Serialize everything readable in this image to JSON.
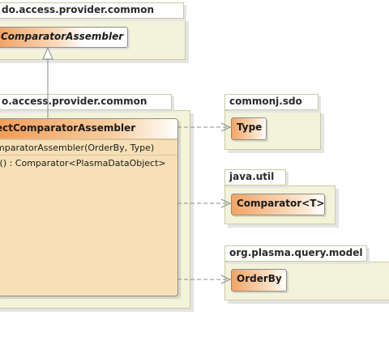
{
  "packages": {
    "top": {
      "name": "do.access.provider.common",
      "interface": "ComparatorAssembler"
    },
    "main": {
      "name": "o.access.provider.common",
      "class": {
        "name": "ectComparatorAssembler",
        "constructor": "mparatorAssembler(OrderBy, Type)",
        "method": "r() : Comparator<PlasmaDataObject>"
      }
    },
    "commonj": {
      "name": "commonj.sdo",
      "type": "Type"
    },
    "javautil": {
      "name": "java.util",
      "type": "Comparator<T>"
    },
    "querymodel": {
      "name": "org.plasma.query.model",
      "type": "OrderBy"
    }
  },
  "colors": {
    "package_fill": "#f3f3da",
    "class_fill": "#f7e0b6",
    "header_gradient_start": "#f29b56",
    "line": "#8a8a8a"
  }
}
